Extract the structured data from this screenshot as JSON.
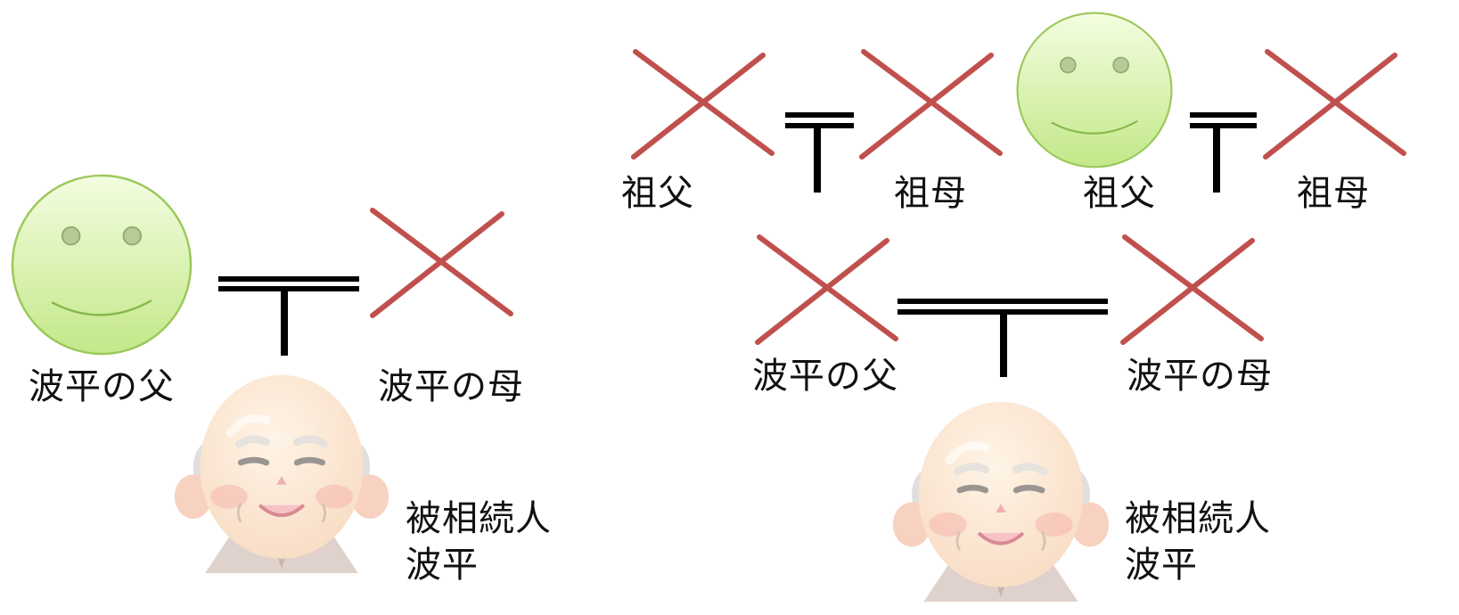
{
  "colors": {
    "cross": "#c0504d",
    "smiley_fill_top": "#ecfbcf",
    "smiley_fill_bottom": "#c6ea86",
    "smiley_stroke": "#9bc85a",
    "line": "#000000",
    "text": "#111111"
  },
  "left": {
    "father": {
      "label": "波平の父",
      "status": "living",
      "icon": "smiley-face-icon"
    },
    "mother": {
      "label": "波平の母",
      "status": "deceased",
      "icon": "cross-mark-icon"
    },
    "subject": {
      "label_line1": "被相続人",
      "label_line2": "波平",
      "icon": "elderly-man-icon"
    }
  },
  "right": {
    "paternal_grandfather": {
      "label": "祖父",
      "status": "deceased",
      "icon": "cross-mark-icon"
    },
    "paternal_grandmother": {
      "label": "祖母",
      "status": "deceased",
      "icon": "cross-mark-icon"
    },
    "maternal_grandfather": {
      "label": "祖父",
      "status": "living",
      "icon": "smiley-face-icon"
    },
    "maternal_grandmother": {
      "label": "祖母",
      "status": "deceased",
      "icon": "cross-mark-icon"
    },
    "father": {
      "label": "波平の父",
      "status": "deceased",
      "icon": "cross-mark-icon"
    },
    "mother": {
      "label": "波平の母",
      "status": "deceased",
      "icon": "cross-mark-icon"
    },
    "subject": {
      "label_line1": "被相続人",
      "label_line2": "波平",
      "icon": "elderly-man-icon"
    }
  }
}
